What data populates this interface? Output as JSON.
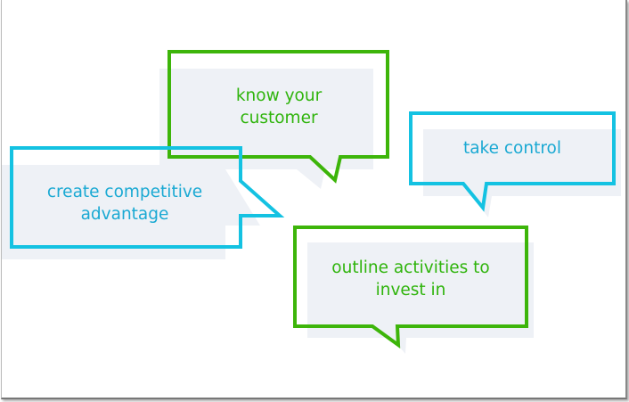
{
  "colors": {
    "green": "#3db50a",
    "blue": "#14c2e2",
    "green_text": "#2fb40c",
    "blue_text": "#1aa9d3",
    "shade": "#eef1f6"
  },
  "bubbles": [
    {
      "line1": "know your",
      "line2": "customer"
    },
    {
      "line1": "create competitive",
      "line2": "advantage"
    },
    {
      "line1": "take control"
    },
    {
      "line1": "outline activities to",
      "line2": "invest in"
    }
  ]
}
